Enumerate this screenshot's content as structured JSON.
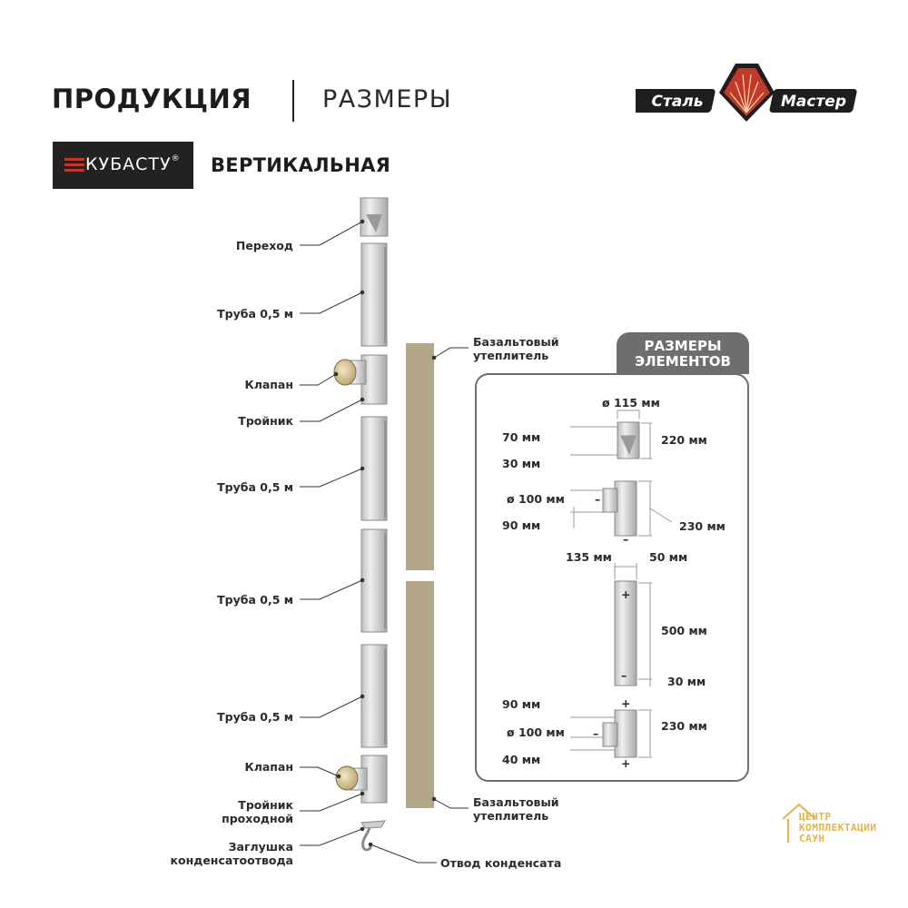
{
  "header": {
    "title": "ПРОДУКЦИЯ",
    "subtitle": "РАЗМЕРЫ"
  },
  "logo": {
    "left_word": "Сталь",
    "right_word": "Мастер",
    "accent_color": "#c0392b"
  },
  "brand_badge": {
    "text": "КУБАСТУ",
    "mark": "®"
  },
  "page_subtitle": "ВЕРТИКАЛЬНАЯ",
  "assembly_labels": {
    "transition": "Переход",
    "pipe_1": "Труба 0,5 м",
    "valve_1": "Клапан",
    "tee": "Тройник",
    "pipe_2": "Труба 0,5 м",
    "pipe_3": "Труба 0,5 м",
    "pipe_4": "Труба 0,5 м",
    "valve_2": "Клапан",
    "tee_through": [
      "Тройник",
      "проходной"
    ],
    "condensate_plug": [
      "Заглушка",
      "конденсатоотвода"
    ],
    "condensate_outlet": "Отвод конденсата",
    "insulation_top": [
      "Базальтовый",
      "утеплитель"
    ],
    "insulation_bottom": [
      "Базальтовый",
      "утеплитель"
    ]
  },
  "dimensions_panel": {
    "tab_title": [
      "РАЗМЕРЫ",
      "ЭЛЕМЕНТОВ"
    ],
    "transition": {
      "diameter": "ø 115 мм",
      "top_offset": "70 мм",
      "bottom_offset": "30 мм",
      "height": "220 мм"
    },
    "tee": {
      "branch_diameter": "ø 100 мм",
      "branch_offset": "90 мм",
      "height": "230 мм",
      "minus_mark": "–"
    },
    "pipe": {
      "diameter": "135 мм",
      "wall": "50 мм",
      "length": "500 мм",
      "bottom": "30 мм",
      "plus_mark": "+",
      "minus_mark": "–"
    },
    "tee_through": {
      "top_offset": "90 мм",
      "branch_diameter": "ø 100 мм",
      "bottom_offset": "40 мм",
      "height": "230 мм",
      "plus_mark": "+",
      "minus_mark": "–"
    }
  },
  "watermark": {
    "lines": [
      "ЦЕНТР",
      "КОМПЛЕКТАЦИИ",
      "САУН"
    ]
  },
  "colors": {
    "insulation": "#b3a689",
    "pipe_fill": "#d8d8d8",
    "panel_tab": "#6e6e6e",
    "leader": "#333333"
  }
}
